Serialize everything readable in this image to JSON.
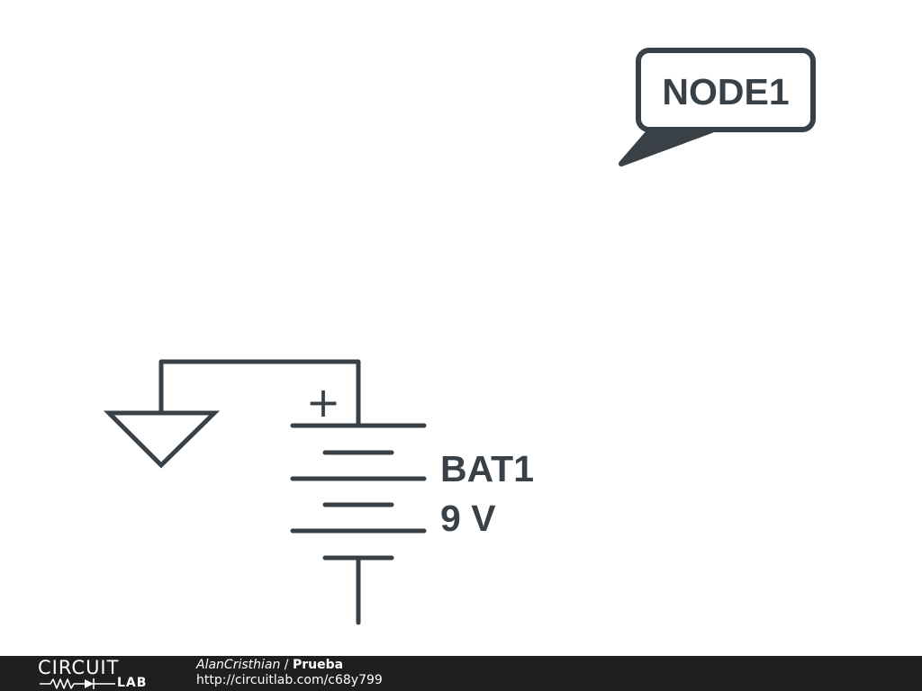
{
  "diagram": {
    "node_label": "NODE1",
    "battery": {
      "name": "BAT1",
      "value": "9 V",
      "polarity_mark": "+"
    },
    "colors": {
      "wire": "#3a4146",
      "background": "#ffffff"
    }
  },
  "footer": {
    "logo_top": "CIRCUIT",
    "logo_bottom": "LAB",
    "author": "AlanCristhian",
    "separator": " / ",
    "title": "Prueba",
    "url": "http://circuitlab.com/c68y799",
    "colors": {
      "background": "#1f1f1f",
      "text": "#ffffff"
    }
  }
}
